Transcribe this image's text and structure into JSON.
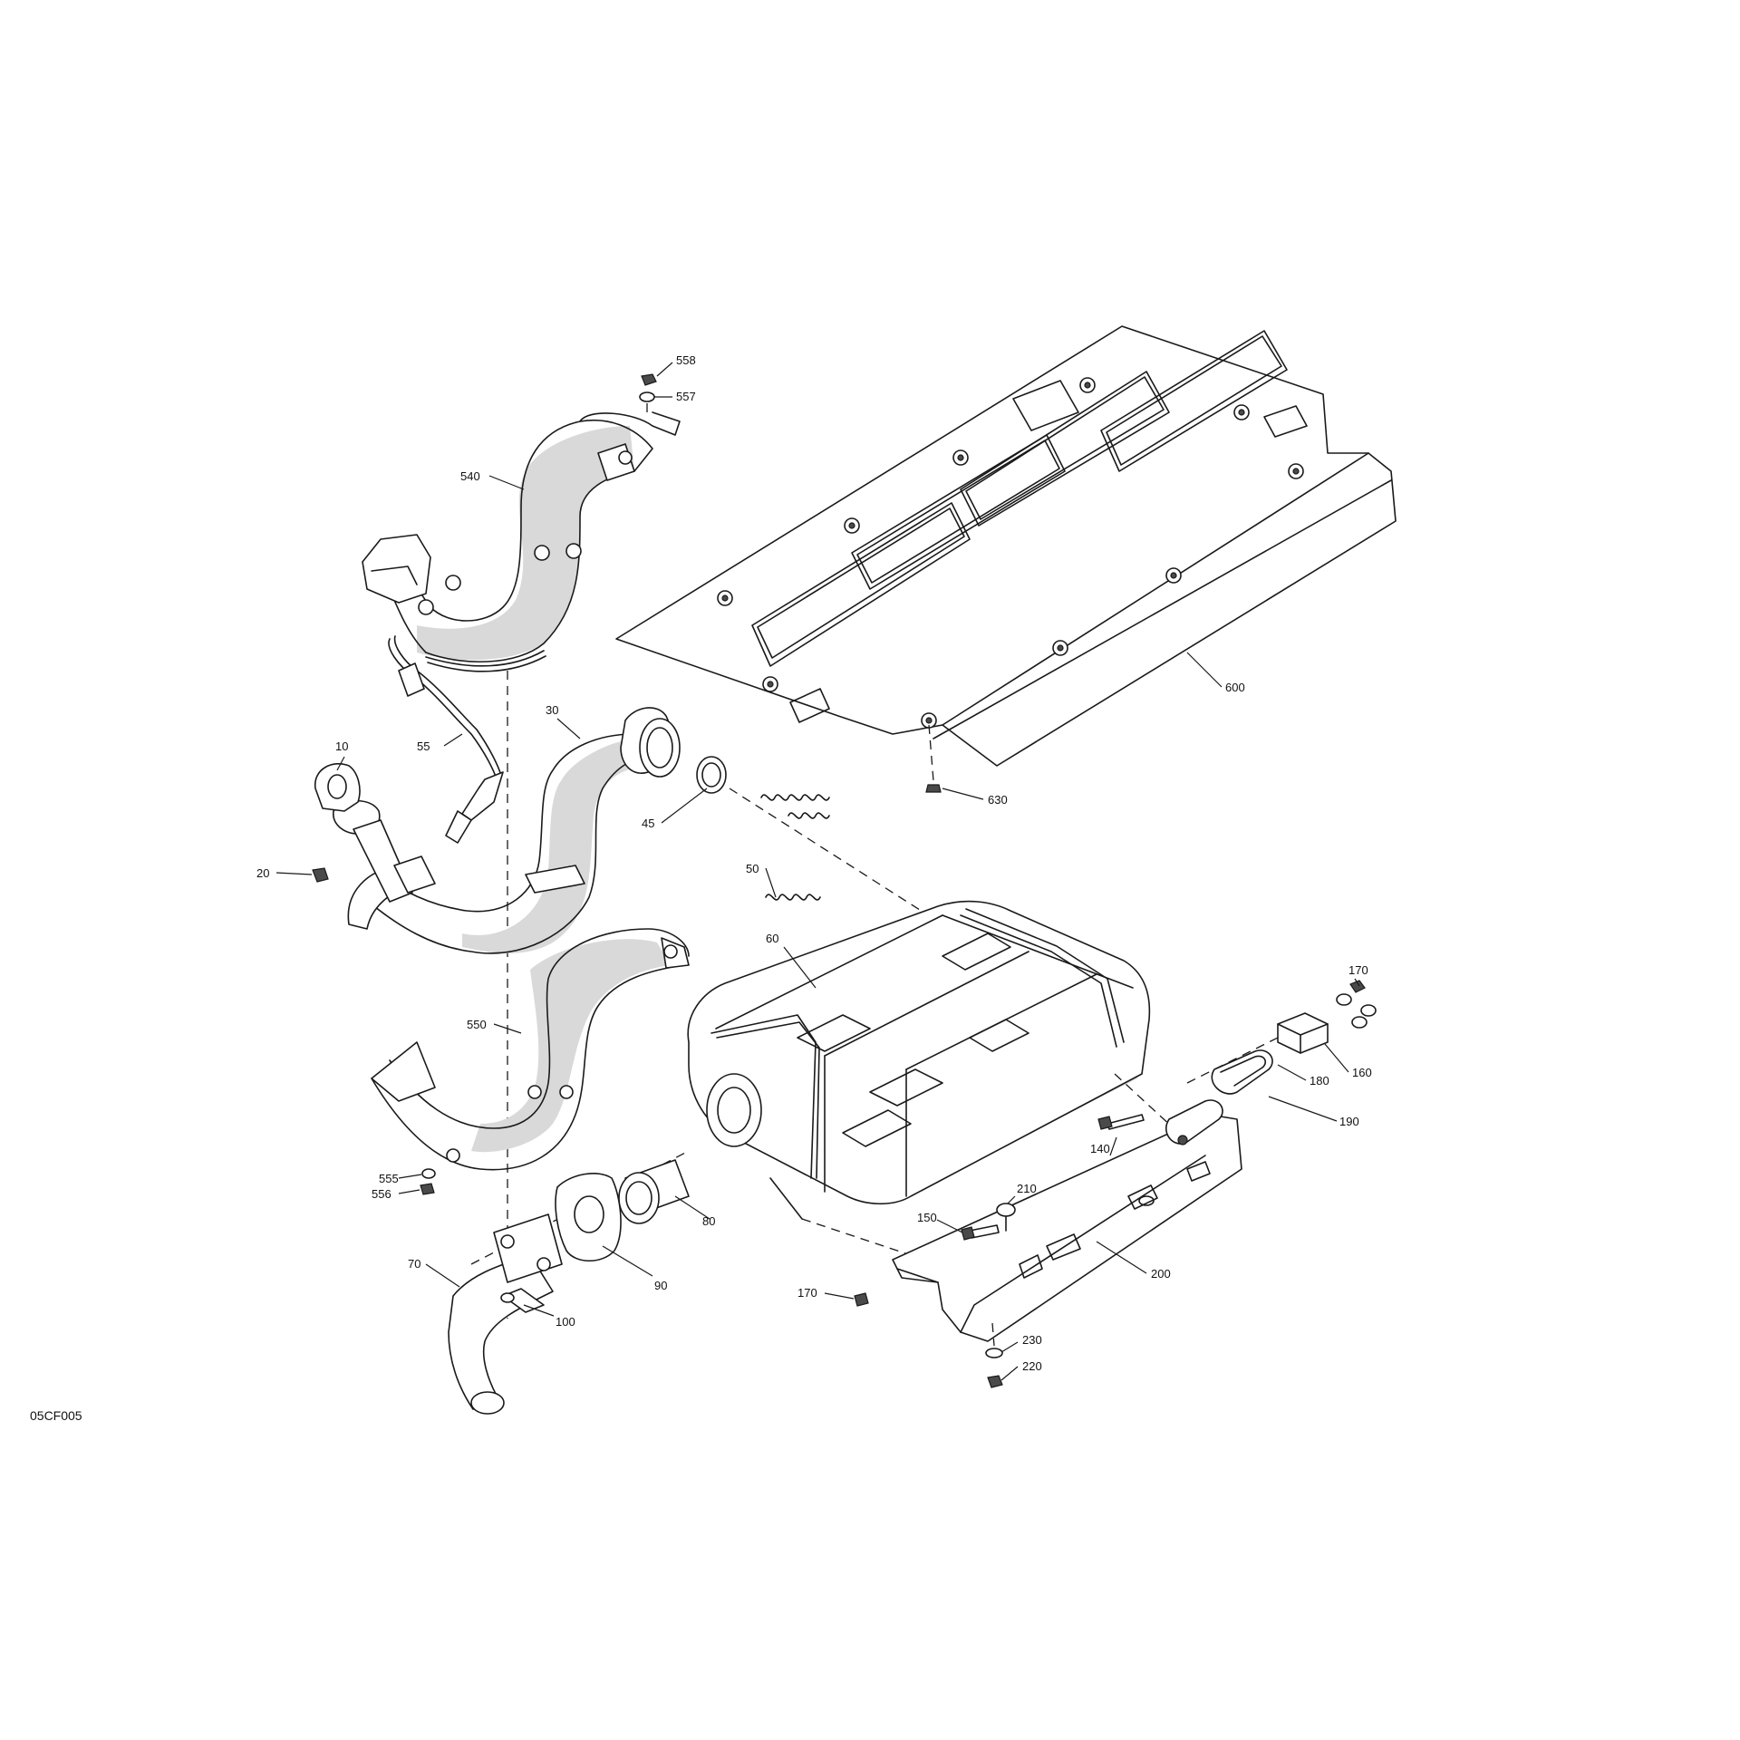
{
  "figure": {
    "reference_code": "05CF005",
    "callouts": [
      "558",
      "557",
      "540",
      "55",
      "10",
      "20",
      "30",
      "45",
      "50",
      "600",
      "630",
      "60",
      "170",
      "160",
      "180",
      "190",
      "140",
      "550",
      "555",
      "556",
      "70",
      "90",
      "80",
      "100",
      "210",
      "150",
      "200",
      "230",
      "220"
    ],
    "second_170": "170"
  }
}
